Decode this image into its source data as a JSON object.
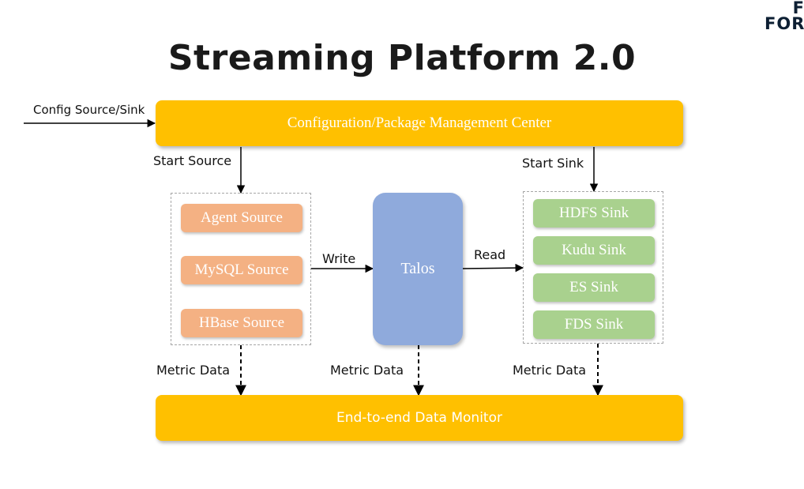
{
  "logo": {
    "line1": "F",
    "line2": "FOR"
  },
  "title": "Streaming Platform 2.0",
  "top_bar": "Configuration/Package Management Center",
  "bottom_bar": "End-to-end Data Monitor",
  "sources": [
    "Agent Source",
    "MySQL Source",
    "HBase Source"
  ],
  "hub": "Talos",
  "sinks": [
    "HDFS Sink",
    "Kudu Sink",
    "ES Sink",
    "FDS Sink"
  ],
  "labels": {
    "config": "Config  Source/Sink",
    "start_source": "Start Source",
    "start_sink": "Start Sink",
    "write": "Write",
    "read": "Read",
    "metric_left": "Metric Data",
    "metric_mid": "Metric Data",
    "metric_right": "Metric Data"
  },
  "colors": {
    "bar": "#ffc000",
    "source": "#f4b183",
    "sink": "#a9d18e",
    "hub": "#8faadc"
  }
}
